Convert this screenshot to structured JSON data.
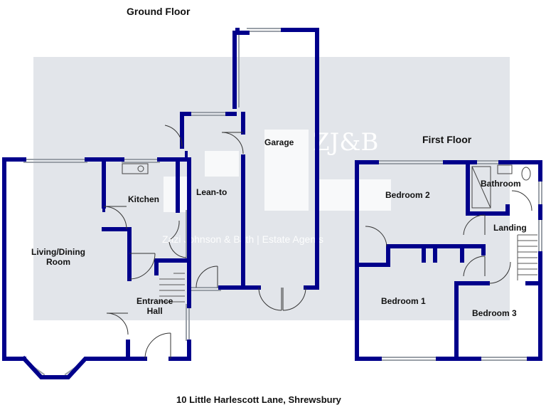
{
  "titles": {
    "ground": "Ground Floor",
    "first": "First Floor",
    "address": "10 Little Harlescott Lane, Shrewsbury"
  },
  "rooms": {
    "living": "Living/Dining\nRoom",
    "kitchen": "Kitchen",
    "leanto": "Lean-to",
    "garage": "Garage",
    "entrance": "Entrance\nHall",
    "bedroom2": "Bedroom 2",
    "bathroom": "Bathroom",
    "landing": "Landing",
    "bedroom1": "Bedroom 1",
    "bedroom3": "Bedroom 3"
  },
  "watermark": {
    "logo": "ZJ&B",
    "tagline": "Zazi Johnson & Bath  |  Estate Agents"
  },
  "colors": {
    "wall": "#00008B",
    "window": "#9aa0a8"
  }
}
